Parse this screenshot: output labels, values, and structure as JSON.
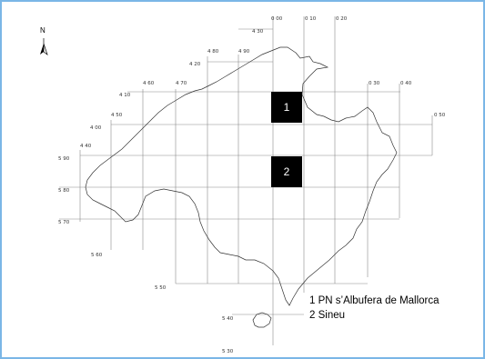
{
  "map": {
    "north_label": "N",
    "ticks_top": [
      "0 00",
      "0 10",
      "0 20"
    ],
    "ticks_right": [
      "0 30",
      "0 40",
      "0 50"
    ],
    "ticks_upper_left": [
      "4 30",
      "4 20",
      "4 80",
      "4 90"
    ],
    "ticks_mid_left": [
      "4 60",
      "4 70",
      "4 10",
      "4 50",
      "4 00",
      "4 40"
    ],
    "ticks_left": [
      "5 90",
      "5 80",
      "5 70"
    ],
    "ticks_bottom": [
      "5 60",
      "5 50",
      "5 40",
      "5 30"
    ],
    "squares": [
      {
        "id": "1",
        "label": "1"
      },
      {
        "id": "2",
        "label": "2"
      }
    ],
    "legend": [
      "1 PN s’Albufera de Mallorca",
      "2 Sineu"
    ],
    "colors": {
      "frame": "#7ab6e6",
      "square_fill": "#000000",
      "square_text": "#ffffff",
      "grid": "#8a8a8a",
      "coast": "#333333"
    }
  }
}
